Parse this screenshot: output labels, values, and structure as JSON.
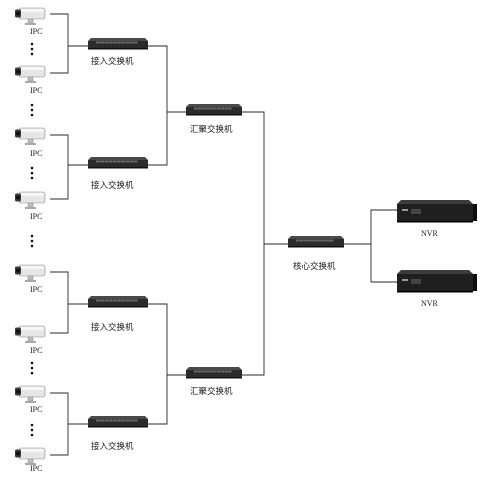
{
  "diagram": {
    "camera_label": "IPC",
    "access_switch_label": "接入交换机",
    "aggregation_switch_label": "汇聚交换机",
    "core_switch_label": "核心交换机",
    "nvr_label": "NVR",
    "colors": {
      "line": "#2a2a2a",
      "camera_body": "#e6e6e6",
      "switch_body": "#2b2b2b",
      "nvr_body": "#1f1f1f"
    },
    "icons": {
      "camera": "ip-camera-icon",
      "switch": "network-switch-icon",
      "nvr": "nvr-recorder-icon",
      "continuation": "vertical-ellipsis"
    }
  }
}
